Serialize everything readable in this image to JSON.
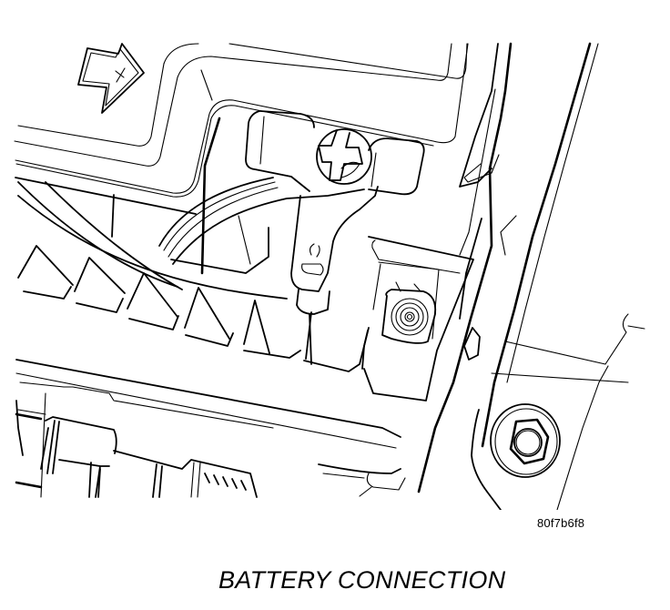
{
  "figure": {
    "caption": "BATTERY CONNECTION",
    "figure_id": "80f7b6f8",
    "subject": "battery terminal connection",
    "components": [
      {
        "name": "positive-polarity-arrow",
        "symbol": "+"
      },
      {
        "name": "battery-case"
      },
      {
        "name": "terminal-clamp-with-wing-nut"
      },
      {
        "name": "battery-post"
      },
      {
        "name": "hold-down-bolt"
      },
      {
        "name": "battery-tray"
      }
    ],
    "colors": {
      "line": "#000000",
      "background": "#ffffff"
    }
  }
}
